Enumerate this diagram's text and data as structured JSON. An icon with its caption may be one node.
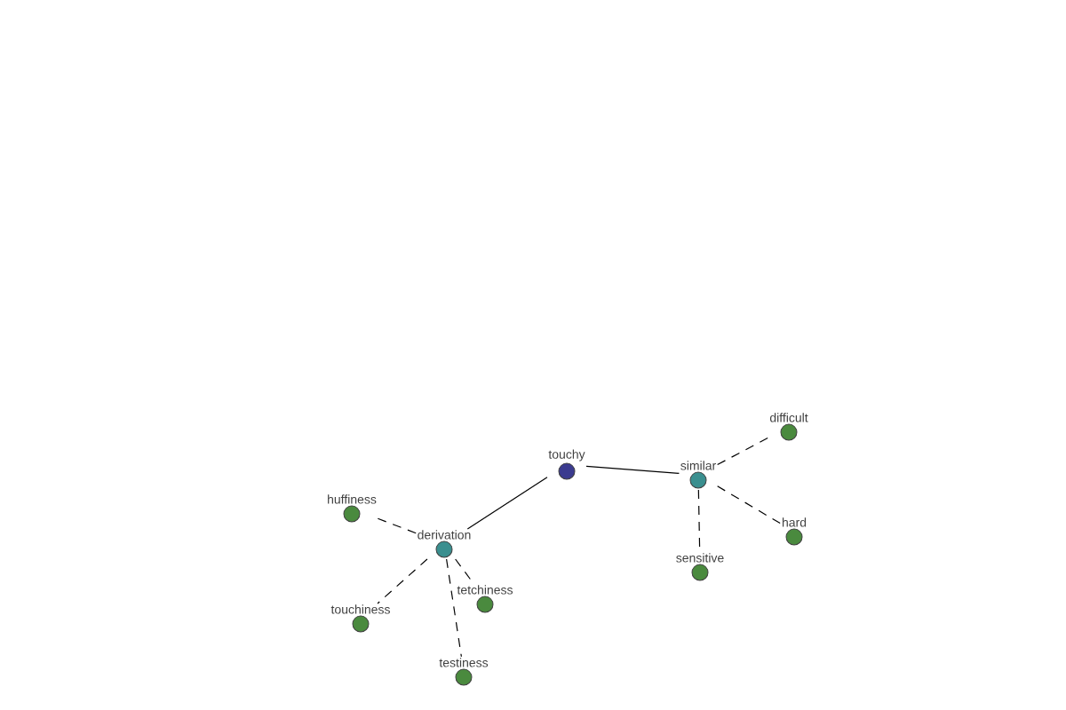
{
  "diagram": {
    "nodes": [
      {
        "text": [
          "touchy"
        ]
      },
      {
        "text": [
          "similar"
        ]
      },
      {
        "text": [
          "derivation"
        ]
      },
      {
        "text": [
          "difficult"
        ]
      },
      {
        "text": [
          "hard"
        ]
      },
      {
        "text": [
          "sensitive"
        ]
      },
      {
        "text": [
          "huffiness"
        ]
      },
      {
        "text": [
          "touchiness"
        ]
      },
      {
        "text": [
          "tetchiness"
        ]
      },
      {
        "text": [
          "testiness"
        ]
      }
    ],
    "edges": [
      {
        "from": 0,
        "to": 1,
        "arrow": "none"
      },
      {
        "from": 0,
        "to": 2,
        "arrow": "none"
      },
      {
        "from": 1,
        "to": 3,
        "arrow": "none",
        "style": "dashed"
      },
      {
        "from": 1,
        "to": 4,
        "arrow": "none",
        "style": "dashed"
      },
      {
        "from": 1,
        "to": 5,
        "arrow": "none",
        "style": "dashed"
      },
      {
        "from": 2,
        "to": 6,
        "arrow": "none",
        "style": "dashed"
      },
      {
        "from": 2,
        "to": 7,
        "arrow": "none",
        "style": "dashed"
      },
      {
        "from": 2,
        "to": 8,
        "arrow": "none",
        "style": "dashed"
      },
      {
        "from": 2,
        "to": 9,
        "arrow": "none",
        "style": "dashed"
      }
    ]
  }
}
